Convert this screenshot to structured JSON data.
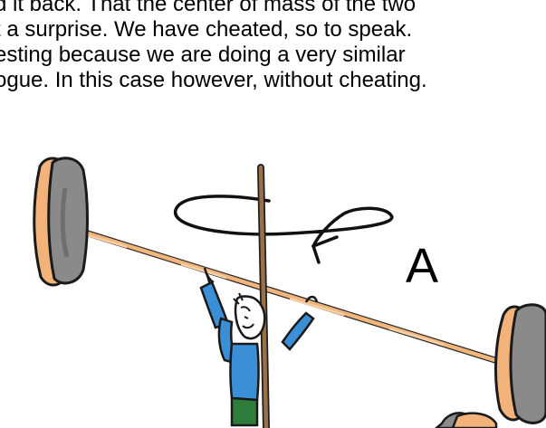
{
  "paragraph": {
    "lines": [
      "d it back. That the center of mass of the two",
      "t a surprise. We have cheated, so to speak.",
      "esting because we are doing a very similar",
      "ogue. In this case however, without cheating."
    ]
  },
  "figure": {
    "label": "A"
  }
}
